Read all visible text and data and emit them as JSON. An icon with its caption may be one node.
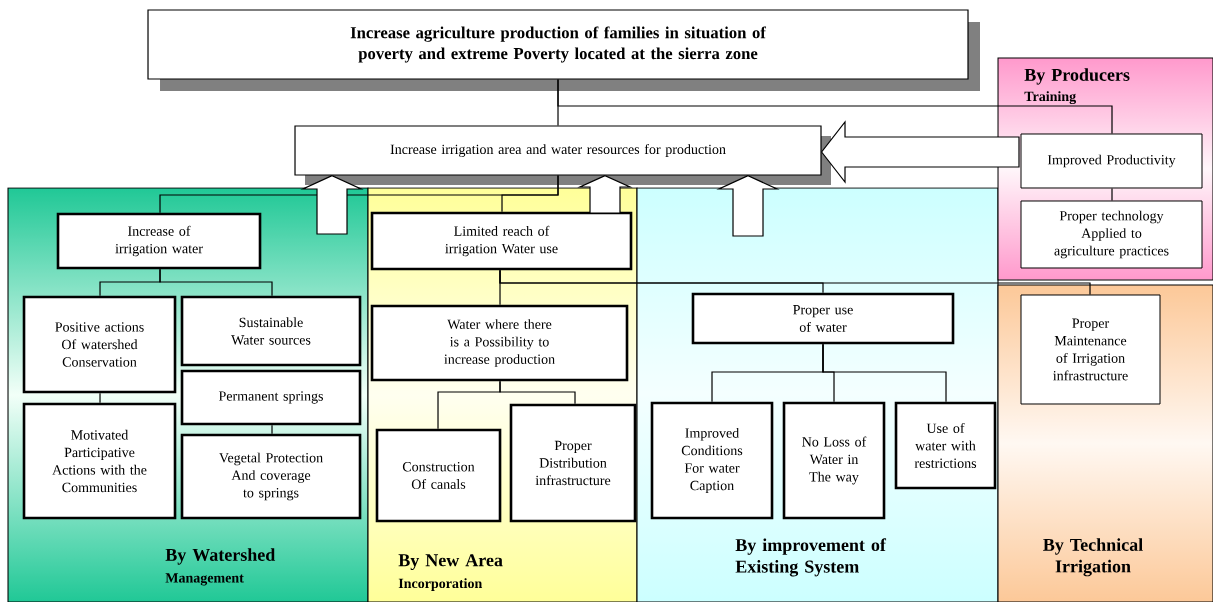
{
  "diagram": {
    "nodes": [
      {
        "text": [
          "Increase agriculture production of families in situation of poverty and extreme Poverty located at the sierra zone"
        ]
      },
      {
        "text": [
          "Increase irrigation area and water resources for production"
        ]
      },
      {
        "text": [
          "By Watershed",
          "Management"
        ]
      },
      {
        "text": [
          "Increase of irrigation water"
        ],
        "in": 2
      },
      {
        "text": [
          "Positive actions Of watershed Conservation"
        ],
        "in": 2
      },
      {
        "text": [
          "Sustainable Water sources"
        ],
        "in": 2
      },
      {
        "text": [
          "Permanent springs"
        ],
        "in": 2
      },
      {
        "text": [
          "Motivated Participative Actions with the Communities"
        ],
        "in": 2
      },
      {
        "text": [
          "Vegetal Protection And coverage to springs"
        ],
        "in": 2
      },
      {
        "text": [
          "By New Area",
          "Incorporation"
        ]
      },
      {
        "text": [
          "Limited reach of irrigation Water use"
        ],
        "in": 9
      },
      {
        "text": [
          "Water where there is a Possibility to increase production"
        ],
        "in": 9
      },
      {
        "text": [
          "Construction Of canals"
        ],
        "in": 9
      },
      {
        "text": [
          "Proper Distribution infrastructure"
        ],
        "in": 9
      },
      {
        "text": [
          "By improvement of Existing System"
        ]
      },
      {
        "text": [
          "Proper use of water"
        ],
        "in": 14
      },
      {
        "text": [
          "Improved Conditions For water Caption"
        ],
        "in": 14
      },
      {
        "text": [
          "No Loss of Water in The way"
        ],
        "in": 14
      },
      {
        "text": [
          "Use of water with restrictions"
        ],
        "in": 14
      },
      {
        "text": [
          "By Producers",
          "Training"
        ]
      },
      {
        "text": [
          "Improved Productivity"
        ],
        "in": 19
      },
      {
        "text": [
          "Proper technology Applied to agriculture practices"
        ],
        "in": 19
      },
      {
        "text": [
          "By Technical Irrigation"
        ]
      },
      {
        "text": [
          "Proper Maintenance of Irrigation infrastructure"
        ],
        "in": 22
      }
    ],
    "edges": [
      {
        "from": 0,
        "to": 1,
        "arrow": "none"
      },
      {
        "from": 0,
        "to": 20,
        "arrow": "none"
      },
      {
        "from": 1,
        "to": 3,
        "arrow": "none"
      },
      {
        "from": 1,
        "to": 10,
        "arrow": "none"
      },
      {
        "from": 10,
        "to": 11,
        "arrow": "none"
      },
      {
        "from": 10,
        "to": 15,
        "arrow": "none"
      },
      {
        "from": 10,
        "to": 23,
        "arrow": "none"
      },
      {
        "from": 3,
        "to": 4,
        "arrow": "none"
      },
      {
        "from": 3,
        "to": 5,
        "arrow": "none"
      },
      {
        "from": 4,
        "to": 7,
        "arrow": "none"
      },
      {
        "from": 6,
        "to": 8,
        "arrow": "none"
      },
      {
        "from": 11,
        "to": 12,
        "arrow": "none"
      },
      {
        "from": 11,
        "to": 13,
        "arrow": "none"
      },
      {
        "from": 15,
        "to": 16,
        "arrow": "none"
      },
      {
        "from": 15,
        "to": 17,
        "arrow": "none"
      },
      {
        "from": 15,
        "to": 18,
        "arrow": "none"
      },
      {
        "from": 20,
        "to": 21,
        "arrow": "none"
      },
      {
        "from": 2,
        "to": 1,
        "arrow": "to"
      },
      {
        "from": 9,
        "to": 1,
        "arrow": "to"
      },
      {
        "from": 14,
        "to": 1,
        "arrow": "to"
      },
      {
        "from": 19,
        "to": 1,
        "arrow": "to"
      }
    ]
  }
}
